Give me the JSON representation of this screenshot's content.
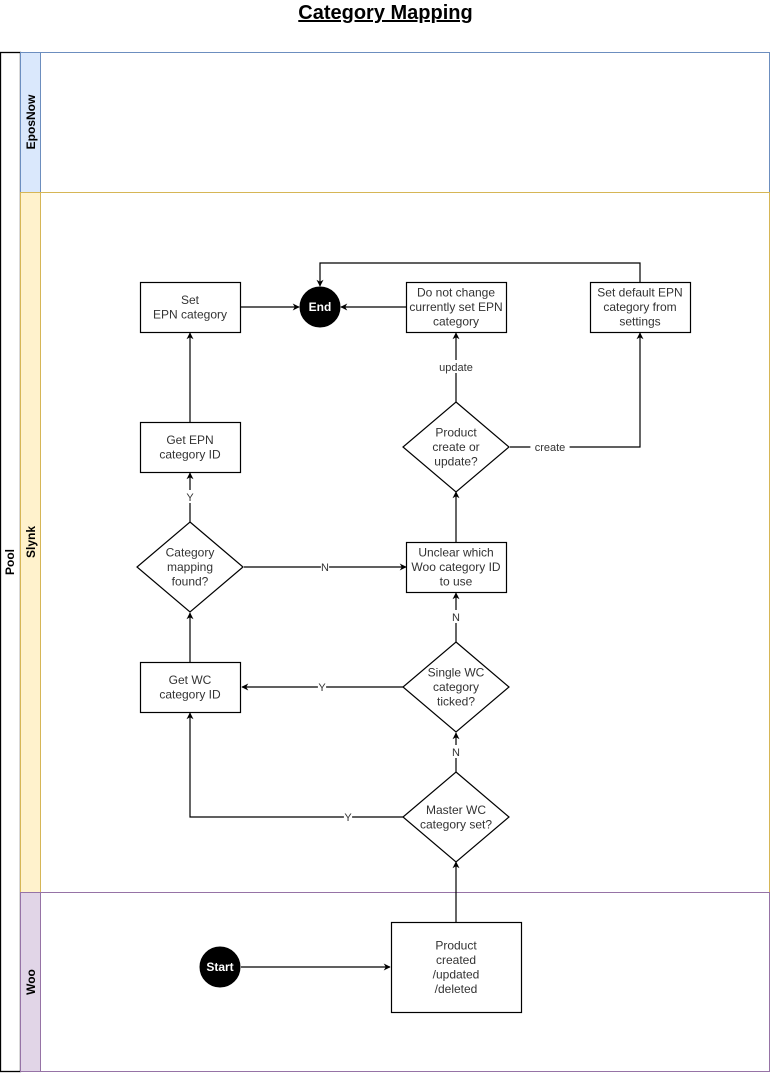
{
  "title": "Category Mapping",
  "pool": {
    "label": "Pool"
  },
  "lanes": [
    {
      "id": "eposnow",
      "label": "EposNow",
      "header_color": "#dae8fc",
      "border_color": "#6c8ebf"
    },
    {
      "id": "slynk",
      "label": "Slynk",
      "header_color": "#fff2cc",
      "border_color": "#d6b656"
    },
    {
      "id": "woo",
      "label": "Woo",
      "header_color": "#e1d5e7",
      "border_color": "#9673a6"
    }
  ],
  "nodes": {
    "start": {
      "type": "terminal",
      "lines": [
        "Start"
      ]
    },
    "end": {
      "type": "terminal",
      "lines": [
        "End"
      ]
    },
    "product_event": {
      "type": "process",
      "lines": [
        "Product",
        "created",
        "/updated",
        "/deleted"
      ]
    },
    "master_wc": {
      "type": "decision",
      "lines": [
        "Master WC",
        "category set?"
      ]
    },
    "single_wc": {
      "type": "decision",
      "lines": [
        "Single WC",
        "category",
        "ticked?"
      ]
    },
    "unclear_woo": {
      "type": "process",
      "lines": [
        "Unclear which",
        "Woo category ID",
        "to use"
      ]
    },
    "create_or_update": {
      "type": "decision",
      "lines": [
        "Product",
        "create or",
        "update?"
      ]
    },
    "do_not_change": {
      "type": "process",
      "lines": [
        "Do not change",
        "currently set EPN",
        "category"
      ]
    },
    "set_default": {
      "type": "process",
      "lines": [
        "Set default EPN",
        "category from",
        "settings"
      ]
    },
    "get_wc_id": {
      "type": "process",
      "lines": [
        "Get WC",
        "category ID"
      ]
    },
    "mapping_found": {
      "type": "decision",
      "lines": [
        "Category",
        "mapping",
        "found?"
      ]
    },
    "get_epn_id": {
      "type": "process",
      "lines": [
        "Get EPN",
        "category ID"
      ]
    },
    "set_epn": {
      "type": "process",
      "lines": [
        "Set",
        "EPN category"
      ]
    }
  },
  "edges": [
    {
      "from": "start",
      "to": "product_event",
      "label": ""
    },
    {
      "from": "product_event",
      "to": "master_wc",
      "label": ""
    },
    {
      "from": "master_wc",
      "to": "get_wc_id",
      "label": "Y"
    },
    {
      "from": "master_wc",
      "to": "single_wc",
      "label": "N"
    },
    {
      "from": "single_wc",
      "to": "get_wc_id",
      "label": "Y"
    },
    {
      "from": "single_wc",
      "to": "unclear_woo",
      "label": "N"
    },
    {
      "from": "unclear_woo",
      "to": "create_or_update",
      "label": ""
    },
    {
      "from": "create_or_update",
      "to": "do_not_change",
      "label": "update"
    },
    {
      "from": "create_or_update",
      "to": "set_default",
      "label": "create"
    },
    {
      "from": "do_not_change",
      "to": "end",
      "label": ""
    },
    {
      "from": "set_default",
      "to": "end",
      "label": ""
    },
    {
      "from": "get_wc_id",
      "to": "mapping_found",
      "label": ""
    },
    {
      "from": "mapping_found",
      "to": "get_epn_id",
      "label": "Y"
    },
    {
      "from": "mapping_found",
      "to": "unclear_woo",
      "label": "N"
    },
    {
      "from": "get_epn_id",
      "to": "set_epn",
      "label": ""
    },
    {
      "from": "set_epn",
      "to": "end",
      "label": ""
    }
  ]
}
